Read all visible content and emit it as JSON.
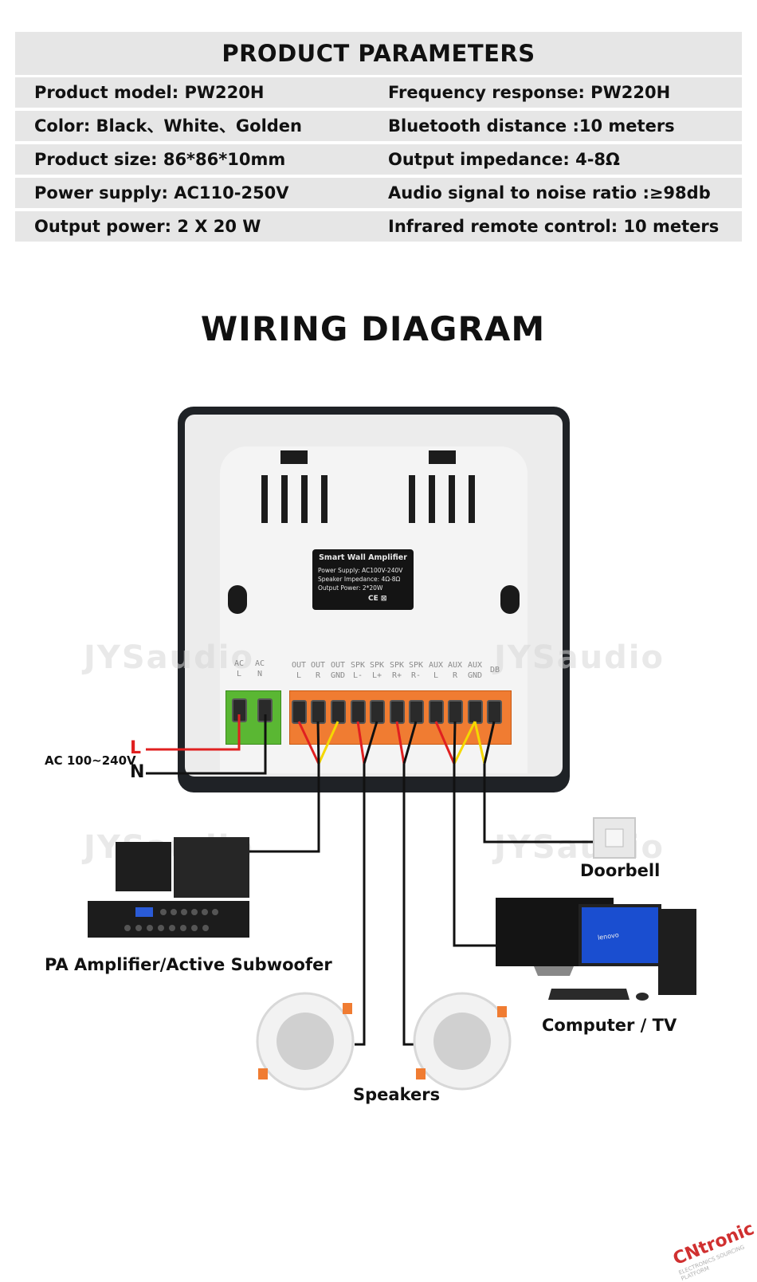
{
  "parameters": {
    "title": "PRODUCT PARAMETERS",
    "rows": [
      {
        "left": "Product model:  PW220H",
        "right": "Frequency response:  PW220H"
      },
      {
        "left": "Color:  Black、White、Golden",
        "right": "Bluetooth distance :10 meters"
      },
      {
        "left": "Product size:  86*86*10mm",
        "right": "Output impedance:  4-8Ω"
      },
      {
        "left": "Power supply:  AC110-250V",
        "right": "Audio signal to noise ratio :≥98db"
      },
      {
        "left": "Output power:  2 X 20 W",
        "right": "Infrared remote control: 10 meters"
      }
    ]
  },
  "wiring": {
    "title": "WIRING DIAGRAM",
    "label_plate": {
      "title": "Smart Wall Amplifier",
      "lines": [
        "Power Supply: AC100V-240V",
        "Speaker Impedance: 4Ω-8Ω",
        "Output Power: 2*20W"
      ],
      "cert": "CE ⊠"
    },
    "terminals": {
      "power": [
        {
          "top": "AC",
          "bottom": "L"
        },
        {
          "top": "AC",
          "bottom": "N"
        }
      ],
      "signal": [
        {
          "top": "OUT",
          "bottom": "L"
        },
        {
          "top": "OUT",
          "bottom": "R"
        },
        {
          "top": "OUT",
          "bottom": "GND"
        },
        {
          "top": "SPK",
          "bottom": "L-"
        },
        {
          "top": "SPK",
          "bottom": "L+"
        },
        {
          "top": "SPK",
          "bottom": "R+"
        },
        {
          "top": "SPK",
          "bottom": "R-"
        },
        {
          "top": "AUX",
          "bottom": "L"
        },
        {
          "top": "AUX",
          "bottom": "R"
        },
        {
          "top": "AUX",
          "bottom": "GND"
        },
        {
          "top": "DB",
          "bottom": ""
        }
      ]
    },
    "power_input": {
      "label": "AC 100~240V",
      "live": "L",
      "neutral": "N"
    },
    "devices": {
      "doorbell": "Doorbell",
      "pa": "PA Amplifier/Active Subwoofer",
      "computer": "Computer / TV",
      "speakers": "Speakers",
      "monitor_brand": "lenovo"
    },
    "colors": {
      "live_wire": "#e02020",
      "signal_red": "#e02020",
      "signal_yellow": "#f5d800",
      "terminal_orange": "#f07c32",
      "terminal_green": "#5ab733"
    }
  },
  "watermark": "JYSaudio",
  "branding": {
    "name": "CNtronic",
    "tagline": "ELECTRONICS SOURCING PLATFORM"
  }
}
